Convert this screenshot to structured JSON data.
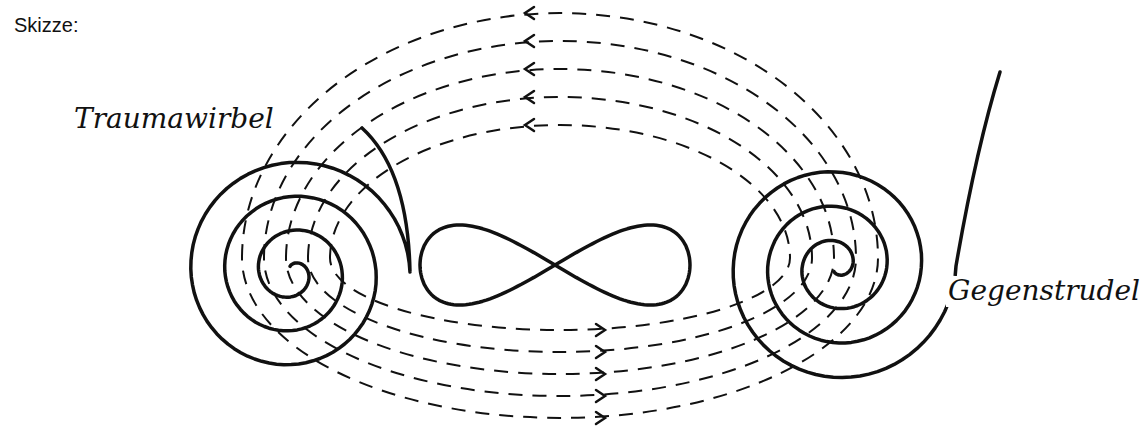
{
  "diagram": {
    "labels": [
      "Skizze:",
      "Traumawirbel",
      "Gegenstrudel"
    ]
  }
}
